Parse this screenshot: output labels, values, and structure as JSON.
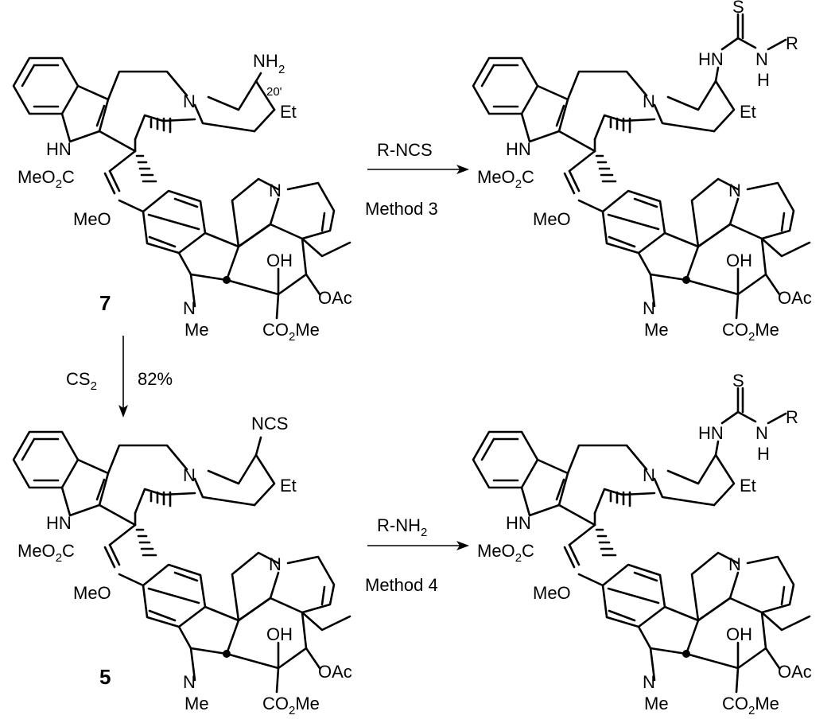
{
  "compounds": [
    {
      "id": "compound-7",
      "number": "7",
      "labels": {
        "amine": "NH",
        "amine_sub": "2",
        "locant": "20'",
        "ethyl": "Et",
        "n_upper": "N",
        "hn": "HN",
        "ester_meo": "MeO",
        "ester_sub": "2",
        "ester_c": "C",
        "methoxy": "MeO",
        "n_lower": "N",
        "oh": "OH",
        "oac": "OAc",
        "n_methyl_n": "N",
        "n_methyl_me": "Me",
        "co2me_co": "CO",
        "co2me_sub": "2",
        "co2me_me": "Me"
      }
    },
    {
      "id": "compound-5",
      "number": "5",
      "labels": {
        "ncs": "NCS",
        "ethyl": "Et",
        "n_upper": "N",
        "hn": "HN",
        "ester_meo": "MeO",
        "ester_sub": "2",
        "ester_c": "C",
        "methoxy": "MeO",
        "n_lower": "N",
        "oh": "OH",
        "oac": "OAc",
        "n_methyl_n": "N",
        "n_methyl_me": "Me",
        "co2me_co": "CO",
        "co2me_sub": "2",
        "co2me_me": "Me"
      }
    },
    {
      "id": "thiourea-top",
      "number": "",
      "labels": {
        "s": "S",
        "hn_thio": "HN",
        "n_thio": "N",
        "h_thio": "H",
        "r": "R",
        "ethyl": "Et",
        "n_upper": "N",
        "hn": "HN",
        "ester_meo": "MeO",
        "ester_sub": "2",
        "ester_c": "C",
        "methoxy": "MeO",
        "n_lower": "N",
        "oh": "OH",
        "oac": "OAc",
        "n_methyl_n": "N",
        "n_methyl_me": "Me",
        "co2me_co": "CO",
        "co2me_sub": "2",
        "co2me_me": "Me"
      }
    },
    {
      "id": "thiourea-bottom",
      "number": "",
      "labels": {
        "s": "S",
        "hn_thio": "HN",
        "n_thio": "N",
        "h_thio": "H",
        "r": "R",
        "ethyl": "Et",
        "n_upper": "N",
        "hn": "HN",
        "ester_meo": "MeO",
        "ester_sub": "2",
        "ester_c": "C",
        "methoxy": "MeO",
        "n_lower": "N",
        "oh": "OH",
        "oac": "OAc",
        "n_methyl_n": "N",
        "n_methyl_me": "Me",
        "co2me_co": "CO",
        "co2me_sub": "2",
        "co2me_me": "Me"
      }
    }
  ],
  "reactions": {
    "top": {
      "reagent": "R-NCS",
      "method": "Method 3"
    },
    "vertical": {
      "reagent": "CS",
      "reagent_sub": "2",
      "yield": "82%"
    },
    "bottom": {
      "reagent": "R-NH",
      "reagent_sub": "2",
      "method": "Method 4"
    }
  }
}
